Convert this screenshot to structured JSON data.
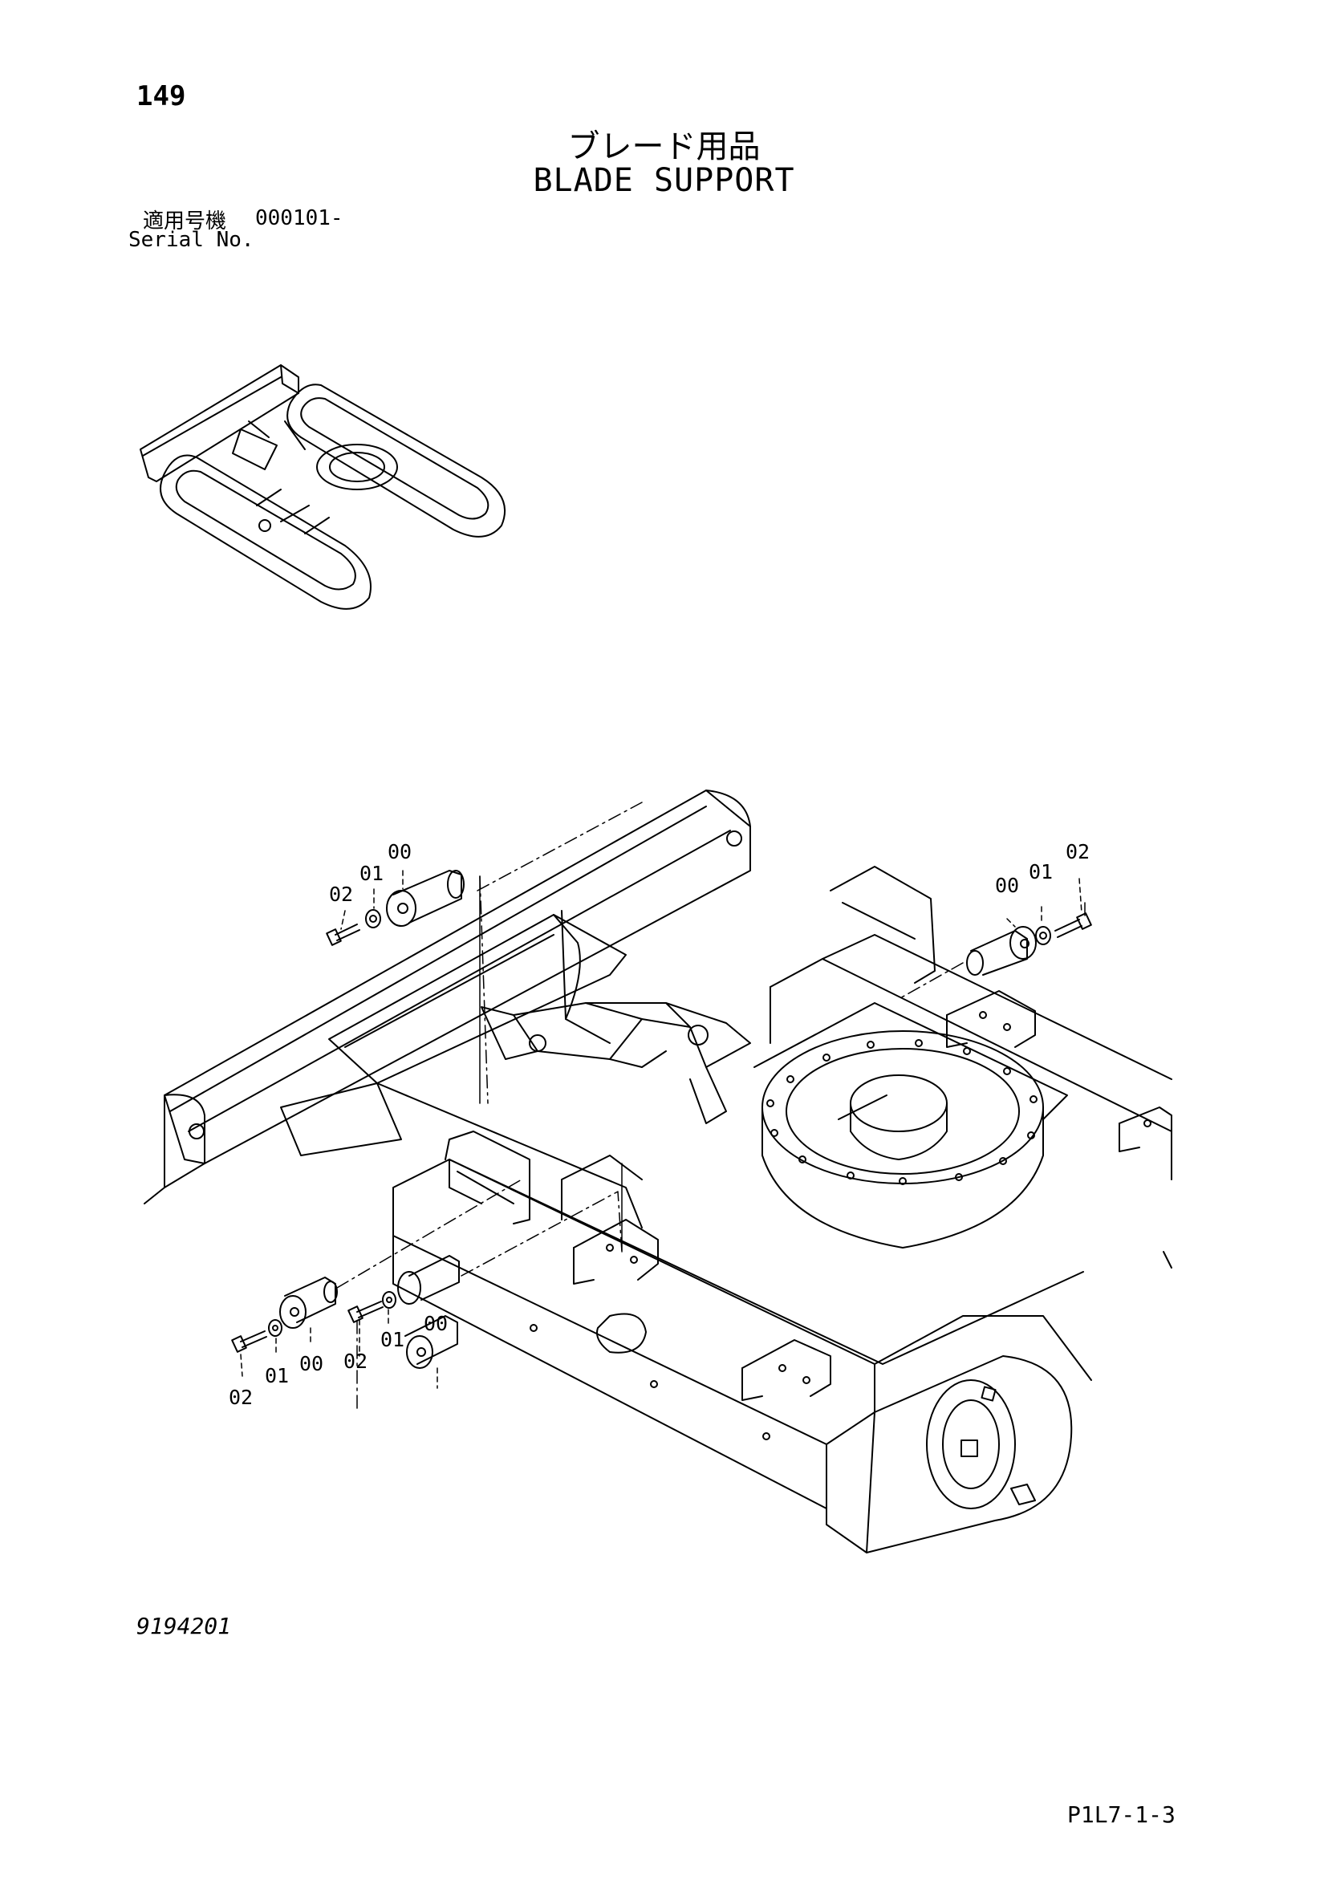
{
  "header": {
    "page_number": "149",
    "title_ja": "ブレード用品",
    "title_en": "BLADE SUPPORT",
    "serial_label_ja": "適用号機",
    "serial_value": "000101-",
    "serial_label_en": "Serial No."
  },
  "callouts": {
    "ul_00": "00",
    "ul_01": "01",
    "ul_02": "02",
    "ur_00": "00",
    "ur_01": "01",
    "ur_02": "02",
    "lm_00": "00",
    "lm_01": "01",
    "lm_02": "02",
    "ll_00": "00",
    "ll_01": "01",
    "ll_02": "02"
  },
  "footer": {
    "figure_code": "9194201",
    "page_code": "P1L7-1-3"
  }
}
